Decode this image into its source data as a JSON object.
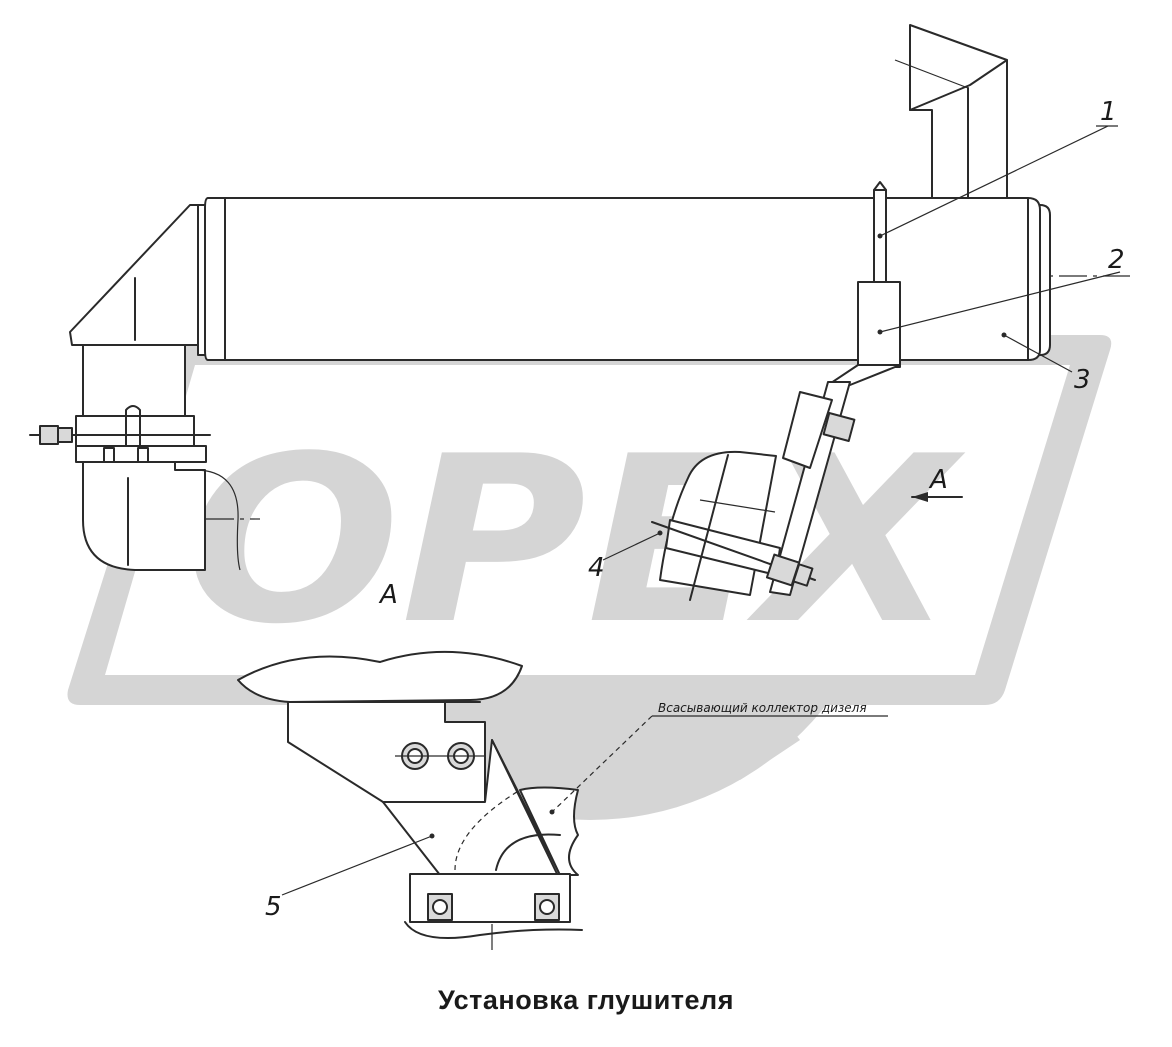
{
  "diagram": {
    "title": "Установка глушителя",
    "callouts": [
      {
        "id": "1",
        "text": "1"
      },
      {
        "id": "2",
        "text": "2"
      },
      {
        "id": "3",
        "text": "3"
      },
      {
        "id": "4",
        "text": "4"
      },
      {
        "id": "5",
        "text": "5"
      }
    ],
    "view_label": "А",
    "section_arrow_label": "А",
    "note_intake": "Всасывающий коллектор дизеля"
  },
  "watermark": {
    "text": "ОРЕХ",
    "color": "#d5d5d5"
  }
}
